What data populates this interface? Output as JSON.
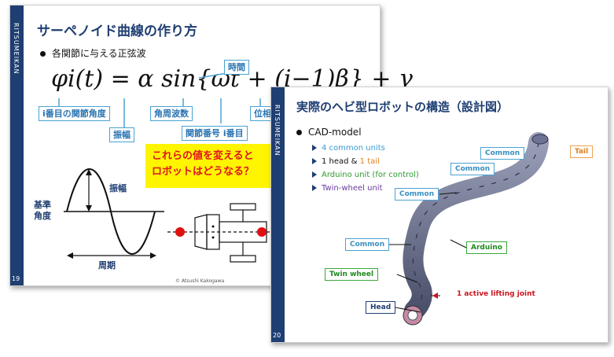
{
  "slide1": {
    "brand": "RITSUMEIKAN",
    "title": "サーペノイド曲線の作り方",
    "bullet": "各関節に与える正弦波",
    "formula": "φi(t) = α sin{ωt + (i−1)β} + γ",
    "labels": {
      "joint_angle": "i番目の関節角度",
      "amplitude": "振幅",
      "angular_freq": "角周波数",
      "joint_number": "関節番号 i番目",
      "time": "時間",
      "phase": "位相"
    },
    "callout_line1": "これらの値を変えると",
    "callout_line2": "ロボットはどうなる？",
    "wave": {
      "amplitude_label": "振幅",
      "base_label_1": "基準",
      "base_label_2": "角度",
      "period_label": "周期"
    },
    "page_number": "19",
    "copyright": "© Atsushi Kakogawa"
  },
  "slide2": {
    "brand": "RITSUMEIKAN",
    "title": "実際のヘビ型ロボットの構造（設計図）",
    "bullet": "CAD-model",
    "sub_items": [
      {
        "parts": [
          {
            "text": "4 common units",
            "color": "#3a9bd5"
          }
        ]
      },
      {
        "parts": [
          {
            "text": "1 head & ",
            "color": "#111111"
          },
          {
            "text": "1 tail",
            "color": "#e07f20"
          }
        ]
      },
      {
        "parts": [
          {
            "text": "Arduino unit (for control)",
            "color": "#2e9a2e"
          }
        ]
      },
      {
        "parts": [
          {
            "text": "Twin-wheel unit",
            "color": "#6a3aa0"
          }
        ]
      }
    ],
    "tags": {
      "common1": "Common",
      "common2": "Common",
      "common3": "Common",
      "common4": "Common",
      "tail": "Tail",
      "arduino": "Arduino",
      "twin_wheel": "Twin wheel",
      "head": "Head",
      "lifting": "1 active lifting joint"
    },
    "page_number": "20"
  }
}
